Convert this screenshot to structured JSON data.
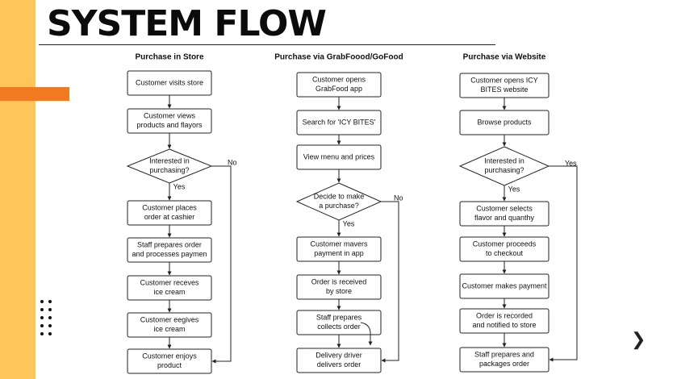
{
  "slide": {
    "title": "SYSTEM FLOW",
    "colors": {
      "sidebar": "#FDC55A",
      "accent": "#F07A22"
    },
    "next_icon": "chevron-right-icon"
  },
  "flows": [
    {
      "title": "Purchase in Store",
      "nodes": [
        {
          "id": "s1",
          "type": "process",
          "lines": [
            "Customer visits store"
          ]
        },
        {
          "id": "s2",
          "type": "process",
          "lines": [
            "Customer views",
            "products and flayors"
          ]
        },
        {
          "id": "s3",
          "type": "decision",
          "lines": [
            "Interested in",
            "purchasing?"
          ]
        },
        {
          "id": "s4",
          "type": "process",
          "lines": [
            "Customer places",
            "order at cashier"
          ]
        },
        {
          "id": "s5",
          "type": "process",
          "lines": [
            "Staff prepares order",
            "and processes paymen"
          ]
        },
        {
          "id": "s6",
          "type": "process",
          "lines": [
            "Customer receves",
            "ice cream"
          ]
        },
        {
          "id": "s7",
          "type": "process",
          "lines": [
            "Customer eegives",
            "ice cream"
          ]
        },
        {
          "id": "s8",
          "type": "process",
          "lines": [
            "Customer enjoys",
            "product"
          ]
        }
      ],
      "yes_label": "Yes",
      "side_label": "No"
    },
    {
      "title": "Purchase via GrabFoood/GoFood",
      "nodes": [
        {
          "id": "g1",
          "type": "process",
          "lines": [
            "Customer opens",
            "GrabFood app"
          ]
        },
        {
          "id": "g2",
          "type": "process",
          "lines": [
            "Search for 'ICY BITES'"
          ]
        },
        {
          "id": "g3",
          "type": "process",
          "lines": [
            "View menu and prices"
          ]
        },
        {
          "id": "g4",
          "type": "decision",
          "lines": [
            "Decide to make",
            "a purchase?"
          ]
        },
        {
          "id": "g5",
          "type": "process",
          "lines": [
            "Customer mavers",
            "payment in app"
          ]
        },
        {
          "id": "g6",
          "type": "process",
          "lines": [
            "Order is received",
            "by store"
          ]
        },
        {
          "id": "g7",
          "type": "process",
          "lines": [
            "Staff prepares",
            "collects order"
          ]
        },
        {
          "id": "g8",
          "type": "process",
          "lines": [
            "Delivery driver",
            "delivers order"
          ]
        }
      ],
      "yes_label": "Yes",
      "side_label": "No"
    },
    {
      "title": "Purchase via Website",
      "nodes": [
        {
          "id": "w1",
          "type": "process",
          "lines": [
            "Customer opens ICY",
            "BITES website"
          ]
        },
        {
          "id": "w2",
          "type": "process",
          "lines": [
            "Browse products"
          ]
        },
        {
          "id": "w3",
          "type": "decision",
          "lines": [
            "Interested in",
            "purchasing?"
          ]
        },
        {
          "id": "w4",
          "type": "process",
          "lines": [
            "Customer selects",
            "flavor and quanthy"
          ]
        },
        {
          "id": "w5",
          "type": "process",
          "lines": [
            "Customer proceeds",
            "to checkout"
          ]
        },
        {
          "id": "w6",
          "type": "process",
          "lines": [
            "Customer makes payment"
          ]
        },
        {
          "id": "w7",
          "type": "process",
          "lines": [
            "Order is recorded",
            "and notified to store"
          ]
        },
        {
          "id": "w8",
          "type": "process",
          "lines": [
            "Staff prepares and",
            "packages order"
          ]
        }
      ],
      "yes_label": "Yes",
      "side_label": "Yes"
    }
  ]
}
